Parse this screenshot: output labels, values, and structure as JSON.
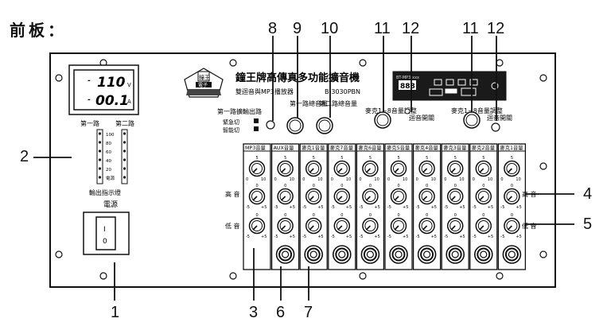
{
  "page_label": "前板：",
  "callouts": [
    "1",
    "2",
    "3",
    "4",
    "5",
    "6",
    "7",
    "8",
    "9",
    "10",
    "11",
    "12",
    "11",
    "12"
  ],
  "brand": {
    "title": "鐘王牌高傳真多功能擴音機",
    "subtitle": "雙迴音與MP3播放器",
    "model": "B-3030PBN",
    "logo_line1": "鐘王",
    "logo_line2": "電子"
  },
  "voltmeter": {
    "line1": "110",
    "unit1": "V",
    "line2": "00.1",
    "unit2": "A"
  },
  "vu": {
    "left_label": "第一路",
    "right_label": "第二路",
    "scale": [
      "100",
      "80",
      "60",
      "40",
      "20",
      "電源"
    ],
    "caption": "輸出指示燈"
  },
  "power": {
    "label": "電源",
    "on": "I",
    "off": "0"
  },
  "route": {
    "title": "第一路擴輸出路",
    "opt1": "緊急切",
    "opt2": "智能切"
  },
  "master1": "第一路總音量",
  "master2": "第二路總音量",
  "mp3": {
    "digits": "888",
    "model": "BT-MP3-xxx"
  },
  "mic_master_left": "麥克1~8音量調整",
  "mic_master_right": "麥克1~8音量調整",
  "test_left": "迴音開關",
  "test_right": "迴音開關",
  "channels": [
    "MP3音量",
    "AUX音量",
    "麥克1音量",
    "麥克7音量",
    "麥克6音量",
    "麥克5音量",
    "麥克4音量",
    "麥克3音量",
    "麥克2音量",
    "麥克1音量"
  ],
  "knob_scale": {
    "top": "5",
    "min": "0",
    "max": "10"
  },
  "eq_scale": {
    "top": "0",
    "min": "-5",
    "max": "+5"
  },
  "row_labels": {
    "treble_left": "高 音",
    "bass_left": "低 音",
    "treble_right": "高 音",
    "bass_right": "低 音"
  }
}
